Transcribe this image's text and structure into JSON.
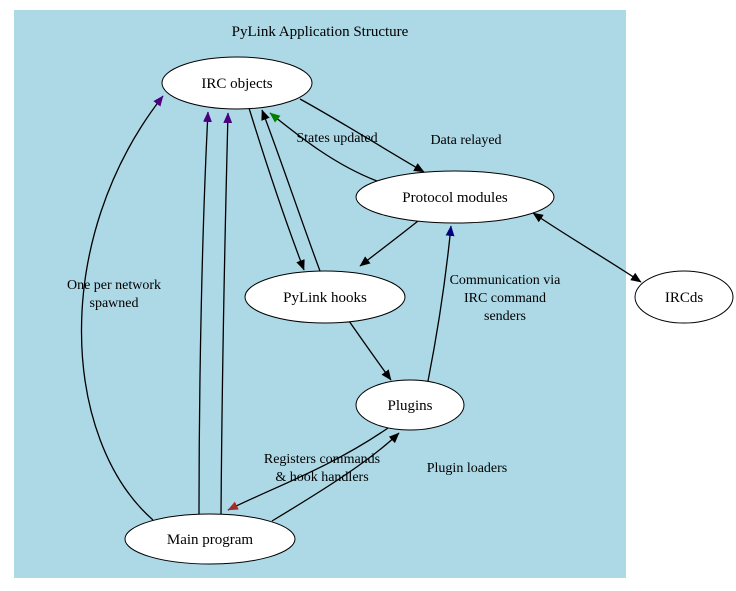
{
  "title": "PyLink Application Structure",
  "colors": {
    "background": "#ADD8E6",
    "node_fill": "#FFFFFF",
    "node_stroke": "#000000",
    "black": "#000000",
    "green": "#008000",
    "navy": "#000080",
    "purple": "#4B0082",
    "brown": "#A52A2A"
  },
  "nodes": {
    "irc_objects": {
      "label": "IRC objects"
    },
    "protocol_modules": {
      "label": "Protocol modules"
    },
    "ircds": {
      "label": "IRCds"
    },
    "pylink_hooks": {
      "label": "PyLink hooks"
    },
    "plugins": {
      "label": "Plugins"
    },
    "main_program": {
      "label": "Main program"
    }
  },
  "edges": {
    "data_relayed": {
      "from": "IRC objects",
      "to": "Protocol modules",
      "color": "#000000",
      "label": "Data relayed"
    },
    "states_updated": {
      "from": "Protocol modules",
      "to": "IRC objects",
      "color": "#008000",
      "label": "States updated"
    },
    "protocol_ircds": {
      "from": "Protocol modules",
      "to": "IRCds",
      "color": "#000000",
      "bidirectional": true
    },
    "irc_to_hooks": {
      "from": "IRC objects",
      "to": "PyLink hooks",
      "color": "#000000"
    },
    "hooks_to_irc": {
      "from": "PyLink hooks",
      "to": "IRC objects",
      "color": "#000000"
    },
    "protocol_to_hooks": {
      "from": "Protocol modules",
      "to": "PyLink hooks",
      "color": "#000000"
    },
    "hooks_to_plugins": {
      "from": "PyLink hooks",
      "to": "Plugins",
      "color": "#000000"
    },
    "communication": {
      "from": "Plugins",
      "to": "Protocol modules",
      "color": "#000080",
      "lines": [
        "Communication via",
        "IRC command",
        "senders"
      ]
    },
    "one_per_network": {
      "from": "Main program",
      "to": "IRC objects",
      "color": "#4B0082",
      "lines": [
        "One per network",
        "spawned"
      ]
    },
    "main_to_irc_b": {
      "from": "Main program",
      "to": "IRC objects",
      "color": "#4B0082"
    },
    "main_to_irc_c": {
      "from": "Main program",
      "to": "IRC objects",
      "color": "#4B0082"
    },
    "registers": {
      "from": "Plugins",
      "to": "Main program",
      "color": "#A52A2A",
      "lines": [
        "Registers commands",
        "& hook handlers"
      ]
    },
    "plugin_loaders": {
      "from": "Main program",
      "to": "Plugins",
      "color": "#000000",
      "label": "Plugin loaders"
    }
  }
}
